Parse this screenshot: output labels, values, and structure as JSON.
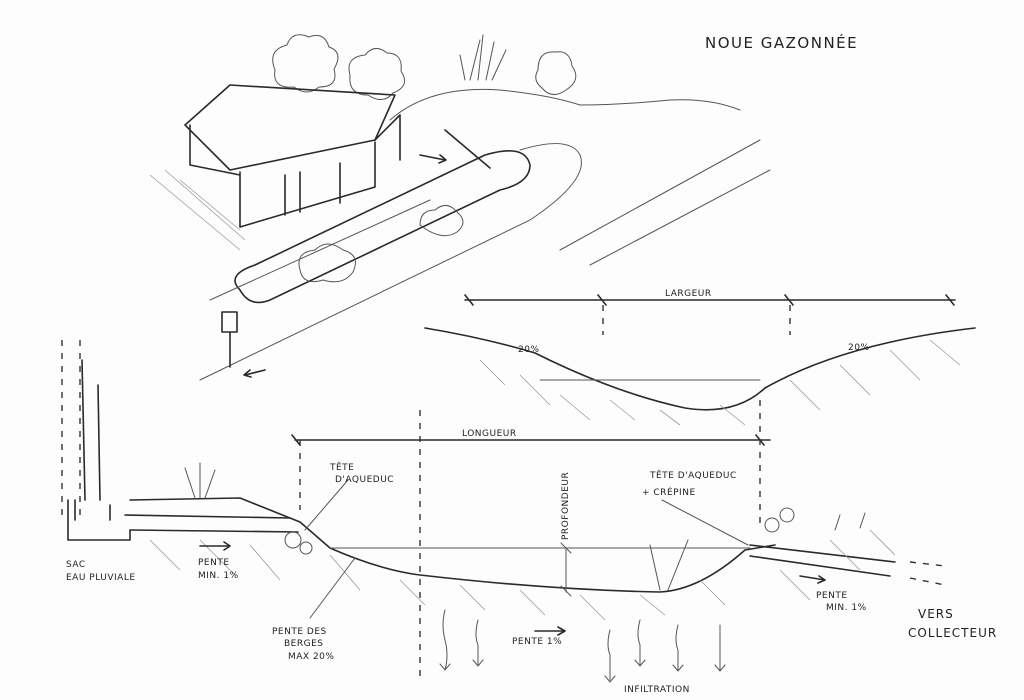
{
  "title": "NOUE GAZONNÉE",
  "cross_section": {
    "width_label": "LARGEUR",
    "left_slope": "20%",
    "right_slope": "20%"
  },
  "long_section": {
    "length_label": "LONGUEUR",
    "inlet_head": [
      "TÊTE",
      "D'AQUEDUC"
    ],
    "outlet_head": [
      "TÊTE D'AQUEDUC",
      "+ CRÉPINE"
    ],
    "depth_label": "PROFONDEUR",
    "rain_pit": [
      "SAC",
      "EAU PLUVIALE"
    ],
    "inlet_slope": [
      "PENTE",
      "MIN. 1%"
    ],
    "bank_slope": [
      "PENTE DES",
      "BERGES",
      "MAX 20%"
    ],
    "bottom_slope": "PENTE 1%",
    "infiltration": "INFILTRATION",
    "outlet_slope": [
      "PENTE",
      "MIN. 1%"
    ],
    "outlet_dest": [
      "VERS",
      "COLLECTEUR"
    ]
  }
}
